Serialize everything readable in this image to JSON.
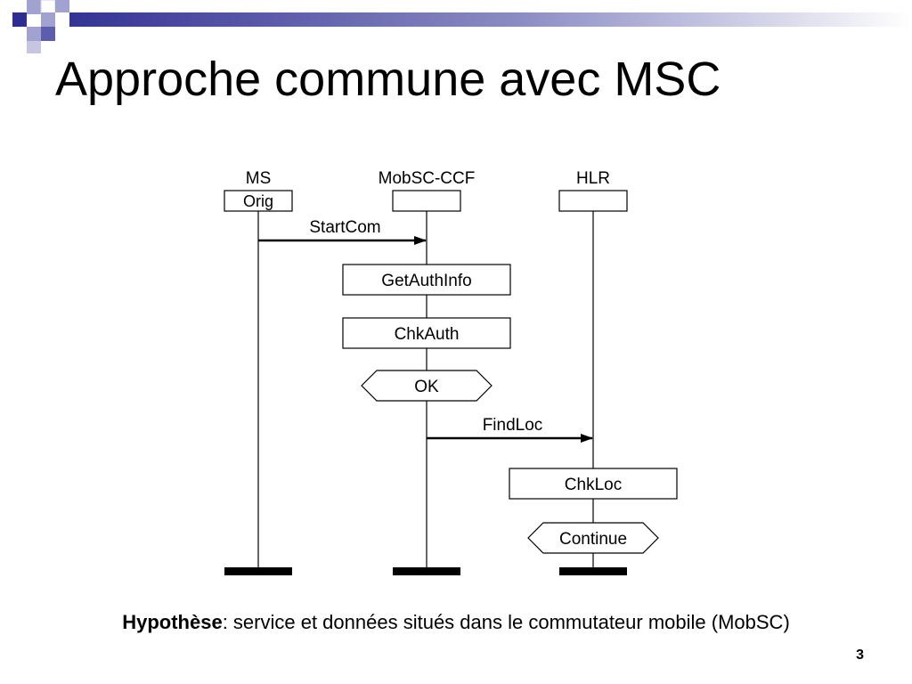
{
  "slide": {
    "title": "Approche commune avec MSC",
    "page_number": "3",
    "accent_colors": [
      "#2e2e92",
      "#5d5dae",
      "#a2a2d0",
      "#ffffff"
    ]
  },
  "diagram": {
    "instances": [
      {
        "name": "MS",
        "head_label": "Orig"
      },
      {
        "name": "MobSC-CCF",
        "head_label": ""
      },
      {
        "name": "HLR",
        "head_label": ""
      }
    ],
    "steps": [
      {
        "kind": "message",
        "label": "StartCom",
        "from": "MS",
        "to": "MobSC-CCF"
      },
      {
        "kind": "action",
        "label": "GetAuthInfo",
        "on": "MobSC-CCF"
      },
      {
        "kind": "action",
        "label": "ChkAuth",
        "on": "MobSC-CCF"
      },
      {
        "kind": "condition",
        "label": "OK",
        "on": "MobSC-CCF"
      },
      {
        "kind": "message",
        "label": "FindLoc",
        "from": "MobSC-CCF",
        "to": "HLR"
      },
      {
        "kind": "action",
        "label": "ChkLoc",
        "on": "HLR"
      },
      {
        "kind": "condition",
        "label": "Continue",
        "on": "HLR"
      }
    ]
  },
  "caption": {
    "bold": "Hypothèse",
    "text": ": service et données situés dans le commutateur mobile (MobSC)"
  }
}
